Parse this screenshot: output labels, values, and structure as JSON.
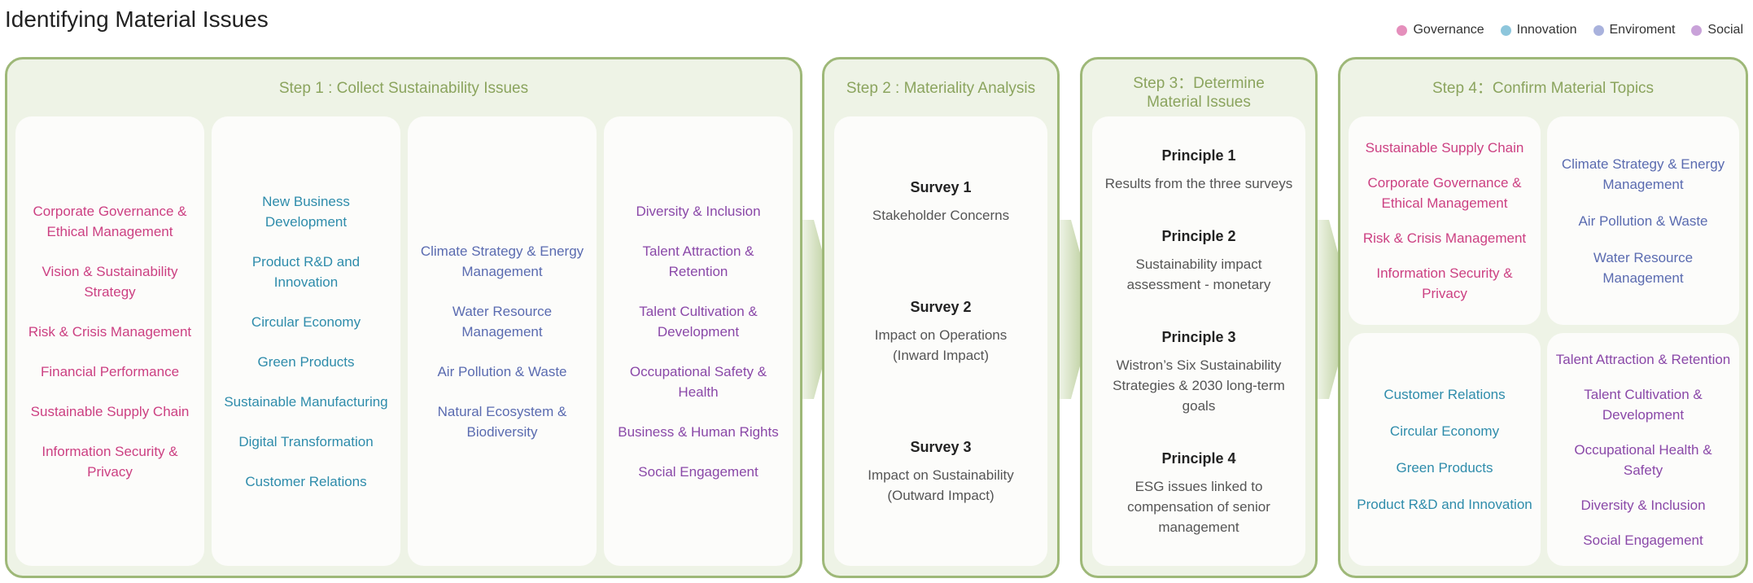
{
  "title": "Identifying Material Issues",
  "legend": [
    {
      "label": "Governance",
      "color": "#e58fbc"
    },
    {
      "label": "Innovation",
      "color": "#8dc6dc"
    },
    {
      "label": "Enviroment",
      "color": "#a9b2dd"
    },
    {
      "label": "Social",
      "color": "#c9a2d9"
    }
  ],
  "step1": {
    "title": "Step 1 : Collect Sustainability Issues",
    "governance": [
      "Corporate Governance & Ethical Management",
      "Vision & Sustainability Strategy",
      "Risk & Crisis Management",
      "Financial Performance",
      "Sustainable Supply Chain",
      "Information Security & Privacy"
    ],
    "innovation": [
      "New Business Development",
      "Product R&D and Innovation",
      "Circular Economy",
      "Green Products",
      "Sustainable Manufacturing",
      "Digital Transformation",
      "Customer Relations"
    ],
    "environment": [
      "Climate Strategy & Energy Management",
      "Water Resource Management",
      "Air Pollution & Waste",
      "Natural Ecosystem & Biodiversity"
    ],
    "social": [
      "Diversity & Inclusion",
      "Talent Attraction & Retention",
      "Talent Cultivation & Development",
      "Occupational Safety & Health",
      "Business & Human Rights",
      "Social Engagement"
    ]
  },
  "step2": {
    "title": "Step 2 : Materiality Analysis",
    "surveys": [
      {
        "name": "Survey 1",
        "desc": "Stakeholder Concerns"
      },
      {
        "name": "Survey 2",
        "desc": "Impact on Operations (Inward Impact)"
      },
      {
        "name": "Survey 3",
        "desc": "Impact on Sustainability (Outward Impact)"
      }
    ]
  },
  "step3": {
    "title": "Step 3：Determine Material Issues",
    "principles": [
      {
        "name": "Principle 1",
        "desc": "Results from the three surveys"
      },
      {
        "name": "Principle 2",
        "desc": "Sustainability impact assessment - monetary"
      },
      {
        "name": "Principle 3",
        "desc": "Wistron’s Six Sustainability Strategies & 2030 long-term goals"
      },
      {
        "name": "Principle 4",
        "desc": "ESG issues linked to compensation of senior management"
      }
    ]
  },
  "step4": {
    "title": "Step 4：Confirm Material Topics",
    "governance": [
      "Sustainable Supply Chain",
      "Corporate Governance & Ethical Management",
      "Risk & Crisis Management",
      "Information Security & Privacy"
    ],
    "environment": [
      "Climate Strategy & Energy Management",
      "Air Pollution & Waste",
      "Water Resource Management"
    ],
    "innovation": [
      "Customer Relations",
      "Circular Economy",
      "Green Products",
      "Product R&D and Innovation"
    ],
    "social": [
      "Talent Attraction & Retention",
      "Talent Cultivation & Development",
      "Occupational Health & Safety",
      "Diversity & Inclusion",
      "Social Engagement"
    ]
  }
}
